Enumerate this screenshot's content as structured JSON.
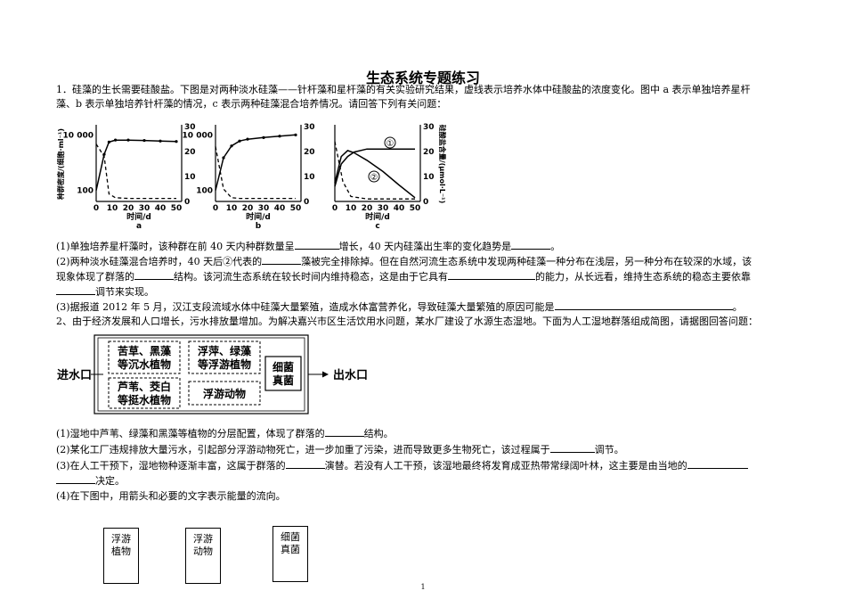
{
  "title": "生态系统专题练习",
  "q1": {
    "stem1": "1．硅藻的生长需要硅酸盐。下图是对两种淡水硅藻——针杆藻和星杆藻的有关实验研究结果，虚线表示培养水体中硅酸盐的浓度变化。图中 a 表示单独培养星杆",
    "stem2": "藻、b 表示单独培养针杆藻的情况，c 表示两种硅藻混合培养情况。请回答下列有关问题：",
    "s1a": "(1)单独培养星杆藻时，该种群在前 40 天内种群数量呈",
    "s1b": "增长，40 天内硅藻出生率的变化趋势是",
    "s1c": "。",
    "s2a": "(2)两种淡水硅藻混合培养时，40 天后②代表的",
    "s2b": "藻被完全排除掉。但在自然河流生态系统中发现两种硅藻一种分布在浅层，另一种分布在较深的水域，该",
    "s2c": "现象体现了群落的",
    "s2d": "结构。该河流生态系统在较长时间内维持稳态，这是由于它具有",
    "s2e": "的能力，从长远看，维持生态系统的稳态主要依靠",
    "s2f": "调节来实现。",
    "s3a": "(3)据报道 2012 年 5 月，汉江支段流域水体中硅藻大量繁殖，造成水体富营养化，导致硅藻大量繁殖的原因可能是",
    "s3b": "。"
  },
  "chart_data": [
    {
      "type": "line",
      "panel": "a",
      "ylabel": "种群密度/(细胞·ml⁻¹)",
      "y_ticks": [
        100,
        10000
      ],
      "y2_ticks": [
        0,
        10,
        20,
        30
      ],
      "xlabel": "时间/d",
      "x_ticks": [
        0,
        10,
        20,
        30,
        40,
        50
      ],
      "series": [
        {
          "style": "solid",
          "x": [
            0,
            5,
            8,
            12,
            20,
            30,
            40,
            50
          ],
          "y_log": [
            100,
            2000,
            5500,
            6500,
            6500,
            6300,
            6000,
            5800
          ]
        },
        {
          "style": "dashed",
          "x": [
            0,
            5,
            8,
            12,
            20,
            30,
            40,
            50
          ],
          "y2": [
            23,
            18,
            3,
            1.5,
            1.2,
            1.2,
            1.2,
            1.2
          ]
        }
      ]
    },
    {
      "type": "line",
      "panel": "b",
      "y_ticks": [
        100,
        10000
      ],
      "y2_ticks": [
        0,
        10,
        20,
        30
      ],
      "xlabel": "时间/d",
      "x_ticks": [
        0,
        10,
        20,
        30,
        40,
        50
      ],
      "series": [
        {
          "style": "solid",
          "x": [
            0,
            5,
            10,
            15,
            20,
            30,
            40,
            50
          ],
          "y_log": [
            100,
            1500,
            4000,
            6000,
            7000,
            8000,
            9000,
            10000
          ]
        },
        {
          "style": "dashed",
          "x": [
            0,
            5,
            10,
            15,
            20,
            30,
            40,
            50
          ],
          "y2": [
            22,
            5,
            1.5,
            1.2,
            1.2,
            1.2,
            1.2,
            1.2
          ]
        }
      ]
    },
    {
      "type": "line",
      "panel": "c",
      "ylabel": "硅酸盐含量/(μmol·L⁻¹)",
      "y2_ticks": [
        0,
        10,
        20,
        30
      ],
      "xlabel": "时间/d",
      "x_ticks": [
        0,
        10,
        20,
        30,
        40,
        50
      ],
      "series": [
        {
          "name": "①",
          "style": "solid",
          "x": [
            0,
            4,
            8,
            12,
            20,
            30,
            40,
            50
          ],
          "y_frac": [
            0.2,
            0.5,
            0.6,
            0.66,
            0.7,
            0.7,
            0.7,
            0.7
          ]
        },
        {
          "name": "②",
          "style": "solid",
          "x": [
            0,
            4,
            8,
            12,
            20,
            30,
            40,
            50
          ],
          "y_frac": [
            0.25,
            0.6,
            0.68,
            0.65,
            0.55,
            0.4,
            0.22,
            0.05
          ]
        },
        {
          "style": "dashed",
          "x": [
            0,
            5,
            10,
            20,
            30,
            40,
            50
          ],
          "y2": [
            24,
            8,
            2,
            1,
            1,
            1,
            1
          ]
        }
      ]
    }
  ],
  "chart_labels": {
    "ylabel": "种群密度/(细胞·ml⁻¹)",
    "y2label": "硅酸盐含量/(μmol·L⁻¹)",
    "xlabel": "时间/d",
    "panel_a": "a",
    "panel_b": "b",
    "panel_c": "c",
    "y_10000": "10 000",
    "y_100": "100",
    "x_ticks": [
      "0",
      "10",
      "20",
      "30",
      "40",
      "50"
    ],
    "y2_ticks": [
      "30",
      "20",
      "10",
      "0"
    ],
    "series1": "①",
    "series2": "②"
  },
  "q2": {
    "stem": "2、由于经济发展和人口增长，污水排放量增加。为解决嘉兴市区生活饮用水问题，某水厂建设了水源生态湿地。下面为人工湿地群落组成简图，请据图回答问题：",
    "s1a": "(1)湿地中芦苇、绿藻和黑藻等植物的分层配置，体现了群落的",
    "s1b": "结构。",
    "s2a": "(2)某化工厂违规排放大量污水，引起部分浮游动物死亡，进一步加重了污染，进而导致更多生物死亡，该过程属于",
    "s2b": "调节。",
    "s3a": "(3)在人工干预下，湿地物种逐渐丰富，这属于群落的",
    "s3b": "演替。若没有人工干预，该湿地最终将发育成亚热带常绿阔叶林，这主要是由当地的",
    "s3c": "决定。",
    "s4": "(4)在下图中，用箭头和必要的文字表示能量的流向。"
  },
  "wetland": {
    "inlet": "进水口",
    "outlet": "出水口",
    "box1": [
      "苦草、黑藻",
      "等沉水植物"
    ],
    "box2": [
      "浮萍、绿藻",
      "等浮游植物"
    ],
    "box3": [
      "芦苇、茭白",
      "等挺水植物"
    ],
    "box4": "浮游动物",
    "box5": [
      "细菌",
      "真菌"
    ]
  },
  "energy_boxes": [
    [
      "浮游",
      "植物"
    ],
    [
      "浮游",
      "动物"
    ],
    [
      "细菌",
      "真菌"
    ]
  ],
  "page_number": "1"
}
